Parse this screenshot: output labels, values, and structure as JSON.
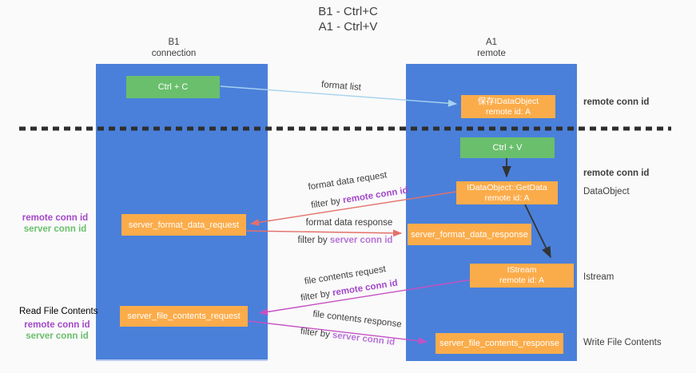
{
  "title": {
    "line1": "B1 - Ctrl+C",
    "line2": "A1 - Ctrl+V"
  },
  "columns": {
    "left": {
      "name": "B1",
      "role": "connection"
    },
    "right": {
      "name": "A1",
      "role": "remote"
    }
  },
  "boxes": {
    "ctrl_c": {
      "label": "Ctrl + C"
    },
    "ctrl_v": {
      "label": "Ctrl + V"
    },
    "save_idataobject": {
      "line1": "保存IDataObject",
      "line2": "remote id: A"
    },
    "getdata": {
      "line1": "IDataObject::GetData",
      "line2": "remote id: A"
    },
    "istream": {
      "line1": "IStream",
      "line2": "remote id: A"
    },
    "server_format_data_request": {
      "label": "server_format_data_request"
    },
    "server_format_data_response": {
      "label": "server_format_data_response"
    },
    "server_file_contents_request": {
      "label": "server_file_contents_request"
    },
    "server_file_contents_response": {
      "label": "server_file_contents_response"
    }
  },
  "flow_labels": {
    "format_list": "format list",
    "format_data_request": "format data request",
    "format_data_response": "format data response",
    "file_contents_request": "file contents request",
    "file_contents_response": "file contents response",
    "filter_by": "filter by",
    "remote_conn_id": "remote conn id",
    "server_conn_id": "server conn id"
  },
  "side_labels": {
    "left_remote_conn_id": "remote conn id",
    "left_server_conn_id": "server conn id",
    "read_file_contents": "Read File Contents",
    "left_remote_conn_id_2": "remote conn id",
    "left_server_conn_id_2": "server conn id",
    "right_remote_conn_id_top": "remote conn id",
    "right_remote_conn_id_mid": "remote conn id",
    "dataobject": "DataObject",
    "istream": "Istream",
    "write_file_contents": "Write File Contents"
  },
  "colors": {
    "column_blue": "#4a80da",
    "box_green": "#6abf6c",
    "box_orange": "#fbac4a",
    "conn_id_purple": "#a348ca",
    "conn_id_purple_light": "#b673d8",
    "conn_id_green": "#6abf6c",
    "arrow_lightblue": "#a8d2ee",
    "arrow_red": "#e4706a",
    "arrow_magenta": "#c551c3",
    "arrow_black": "#333333",
    "background": "#fafafa"
  }
}
